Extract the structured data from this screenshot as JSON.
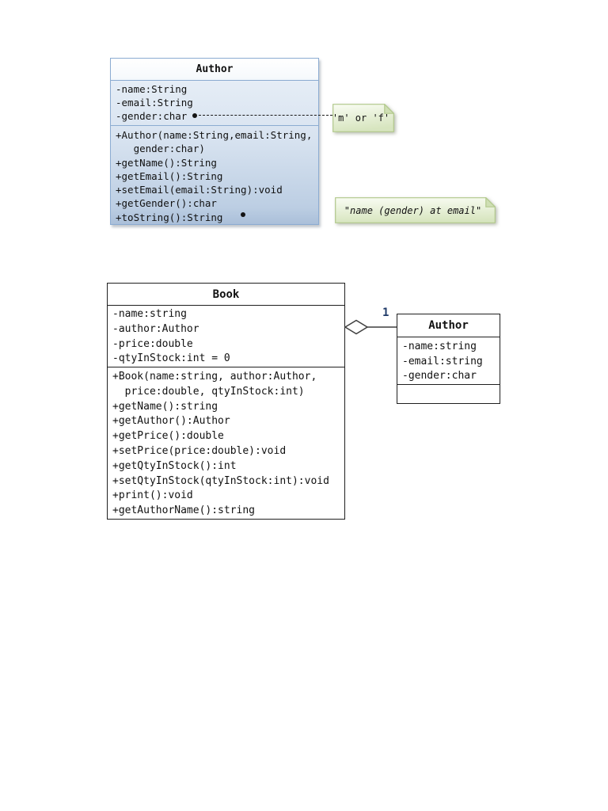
{
  "colors": {
    "styled_class_border": "#8cacd2",
    "styled_class_fill_top": "#ffffff",
    "styled_class_fill_bottom": "#aabfd9",
    "plain_class_border": "#1f1f1f",
    "note_fill_top": "#f7fbf0",
    "note_fill_bottom": "#d9e6c1",
    "note_border": "#b2c98c",
    "multiplicity_color": "#1f3a68"
  },
  "top_diagram": {
    "author_class": {
      "title": "Author",
      "attributes": [
        "-name:String",
        "-email:String",
        "-gender:char"
      ],
      "method_lines": [
        "+Author(name:String,email:String,",
        "   gender:char)",
        "+getName():String",
        "+getEmail():String",
        "+setEmail(email:String):void",
        "+getGender():char",
        "+toString():String"
      ]
    },
    "notes": {
      "gender": "'m' or 'f'",
      "tostring": "\"name (gender) at email\""
    }
  },
  "bottom_diagram": {
    "book_class": {
      "title": "Book",
      "attributes": [
        "-name:string",
        "-author:Author",
        "-price:double",
        "-qtyInStock:int = 0"
      ],
      "method_lines": [
        "+Book(name:string, author:Author,",
        "  price:double, qtyInStock:int)",
        "+getName():string",
        "+getAuthor():Author",
        "+getPrice():double",
        "+setPrice(price:double):void",
        "+getQtyInStock():int",
        "+setQtyInStock(qtyInStock:int):void",
        "+print():void",
        "+getAuthorName():string"
      ]
    },
    "author_class": {
      "title": "Author",
      "attributes": [
        "-name:string",
        "-email:string",
        "-gender:char"
      ]
    },
    "association": {
      "type": "aggregation",
      "multiplicity": "1"
    }
  }
}
